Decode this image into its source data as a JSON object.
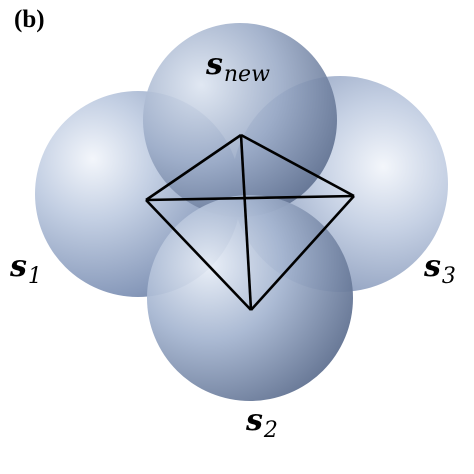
{
  "panel_label": "(b)",
  "spheres": [
    {
      "id": "s1",
      "symbol": "s",
      "subscript": "1"
    },
    {
      "id": "s3",
      "symbol": "s",
      "subscript": "3"
    },
    {
      "id": "s_new",
      "symbol": "s",
      "subscript": "new"
    },
    {
      "id": "s2",
      "symbol": "s",
      "subscript": "2"
    }
  ],
  "colors": {
    "sphere_highlight": "#e6ecf6",
    "sphere_mid": "#aab8d2",
    "sphere_shadow": "#5d6d8c",
    "tetrahedron_edge": "#000000",
    "background": "#ffffff"
  }
}
